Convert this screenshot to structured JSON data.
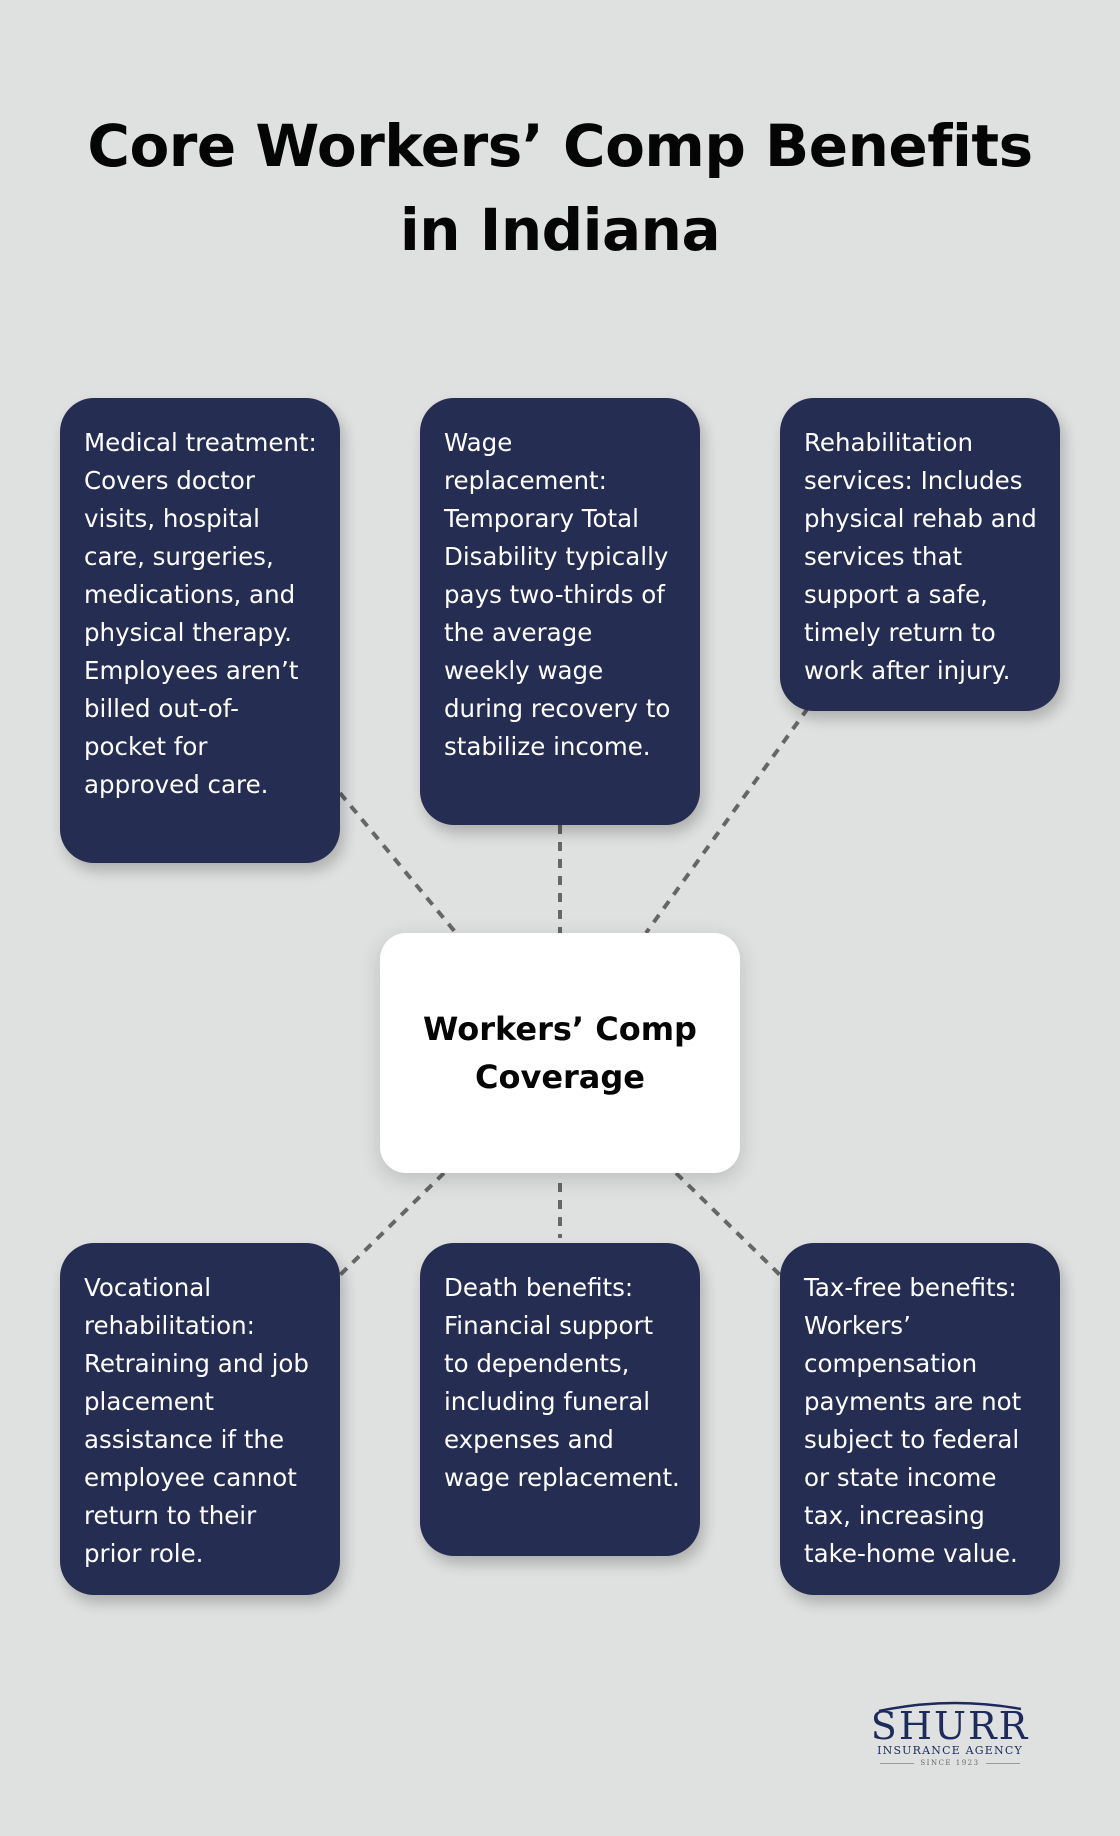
{
  "title": {
    "line1": "Core Workers’ Comp Benefits",
    "line2": "in Indiana"
  },
  "center": {
    "line1": "Workers’ Comp",
    "line2": "Coverage"
  },
  "benefits": [
    {
      "position": "top-left",
      "text": "Medical treatment: Covers doctor visits, hospital care, surgeries, medications, and physical therapy. Employees aren’t billed out-of-pocket for approved care."
    },
    {
      "position": "top-center",
      "text": "Wage replacement: Temporary Total Disability typically pays two-thirds of the average weekly wage during recovery to stabilize income."
    },
    {
      "position": "top-right",
      "text": "Rehabilitation services: Includes physical rehab and services that support a safe, timely return to work after injury."
    },
    {
      "position": "bottom-left",
      "text": "Vocational rehabilitation: Retraining and job placement assistance if the employee cannot return to their prior role."
    },
    {
      "position": "bottom-center",
      "text": "Death benefits: Financial support to dependents, including funeral expenses and wage replacement."
    },
    {
      "position": "bottom-right",
      "text": "Tax-free benefits: Workers’ compensation payments are not subject to federal or state income tax, increasing take-home value."
    }
  ],
  "logo": {
    "name": "SHURR",
    "subtitle": "INSURANCE AGENCY",
    "since": "SINCE 1923"
  },
  "colors": {
    "background": "#dfe1e0",
    "box": "#262d52",
    "box_text": "#ffffff",
    "center_box": "#ffffff",
    "connector": "#666666",
    "logo": "#1d2a5c"
  }
}
